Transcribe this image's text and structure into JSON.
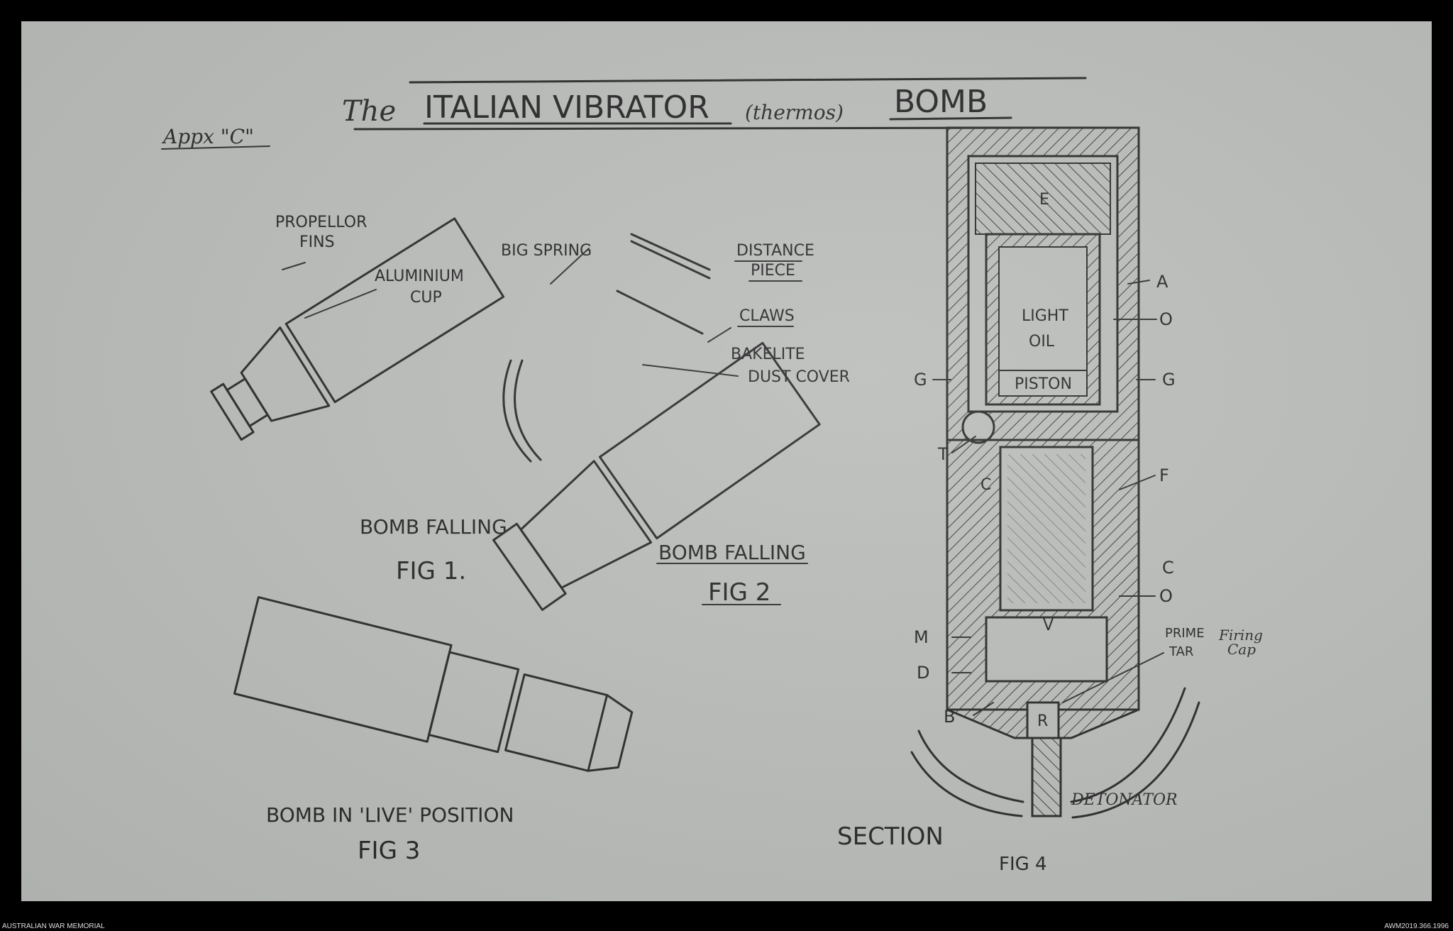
{
  "title": {
    "prefix": "The",
    "main": "ITALIAN VIBRATOR",
    "paren": "(thermos)",
    "suffix": "BOMB"
  },
  "appendix": "Appx \"C\"",
  "fig1": {
    "labels": [
      "PROPELLOR",
      "FINS",
      "ALUMINIUM",
      "CUP"
    ],
    "caption": "BOMB FALLING",
    "fig": "FIG 1."
  },
  "fig2": {
    "labels": [
      "BIG SPRING",
      "DISTANCE",
      "PIECE",
      "CLAWS",
      "BAKELITE",
      "DUST COVER"
    ],
    "caption": "BOMB FALLING",
    "fig": "FIG 2"
  },
  "fig3": {
    "caption": "BOMB IN 'LIVE' POSITION",
    "fig": "FIG 3"
  },
  "fig4": {
    "inner_labels": [
      "E",
      "LIGHT",
      "OIL",
      "PISTON",
      "C",
      "V",
      "R"
    ],
    "letters_right": [
      "A",
      "O",
      "G",
      "F",
      "C",
      "O"
    ],
    "letters_left": [
      "G",
      "T",
      "M",
      "D",
      "B"
    ],
    "firing_labels": [
      "PRIME",
      "TAR",
      "Firing",
      "Cap"
    ],
    "detonator": "DETONATOR",
    "section": "SECTION",
    "fig": "FIG 4"
  },
  "footer": {
    "left": "AUSTRALIAN WAR MEMORIAL",
    "right": "AWM2019.366.1996"
  }
}
